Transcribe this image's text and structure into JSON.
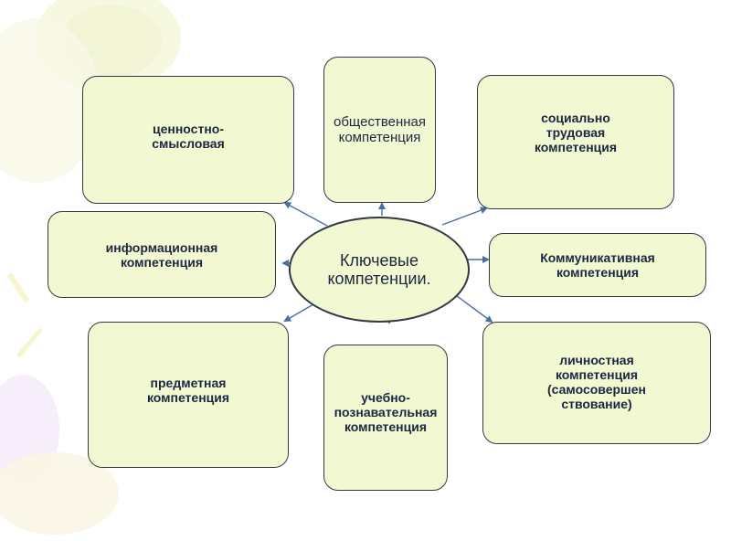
{
  "diagram": {
    "center": "Ключевые\nкомпетенции.",
    "boxes": {
      "value_semantic": "ценностно-\nсмысловая",
      "social": "общественная\nкомпетенция",
      "social_labor": "социально\nтрудовая\nкомпетенция",
      "informational": "информационная\nкомпетенция",
      "communicative": "Коммуникативная\nкомпетенция",
      "subject": "предметная\nкомпетенция",
      "educational_cognitive": "учебно-\nпознавательная\nкомпетенция",
      "personal": "личностная\nкомпетенция\n(самосовершен\nствование)"
    }
  },
  "colors": {
    "box_fill": "#f2f8d2",
    "border": "#2f3a44",
    "text": "#1d2640",
    "arrow": "#4a6fa5"
  }
}
